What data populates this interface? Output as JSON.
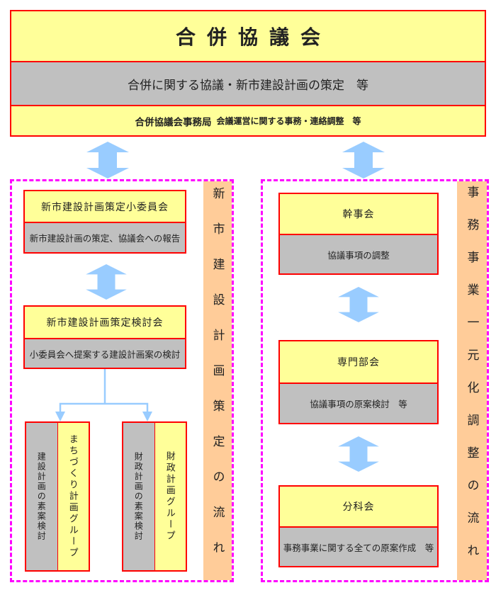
{
  "council": {
    "title": "合併協議会",
    "role": "合併に関する協議・新市建設計画の策定　等",
    "secretariat": "合併協議会事務局",
    "secretariat_role": "会議運営に関する事務・連絡調整　等"
  },
  "left_flow": {
    "side_label": "新市建設計画策定の流れ",
    "committee": {
      "title": "新市建設計画策定小委員会",
      "role": "新市建設計画の策定、協議会への報告"
    },
    "study_group": {
      "title": "新市建設計画策定検討会",
      "role": "小委員会へ提案する建設計画案の検討"
    },
    "groups": [
      {
        "name": "まちづくり計画グループ",
        "role": "建設計画の素案検討"
      },
      {
        "name": "財政計画グループ",
        "role": "財政計画の素案検討"
      }
    ]
  },
  "right_flow": {
    "side_label": "事務事業一元化調整の流れ",
    "boxes": [
      {
        "title": "幹事会",
        "role": "協議事項の調整"
      },
      {
        "title": "専門部会",
        "role": "協議事項の原案検討　等"
      },
      {
        "title": "分科会",
        "role": "事務事業に関する全ての原案作成　等"
      }
    ]
  },
  "colors": {
    "box_yellow": "#FFFF99",
    "box_gray": "#C0C0C0",
    "border_red": "#FF0000",
    "panel_dash_magenta": "#FF00FF",
    "strip_orange": "#FFCC99",
    "arrow_blue": "#99CCFF"
  }
}
